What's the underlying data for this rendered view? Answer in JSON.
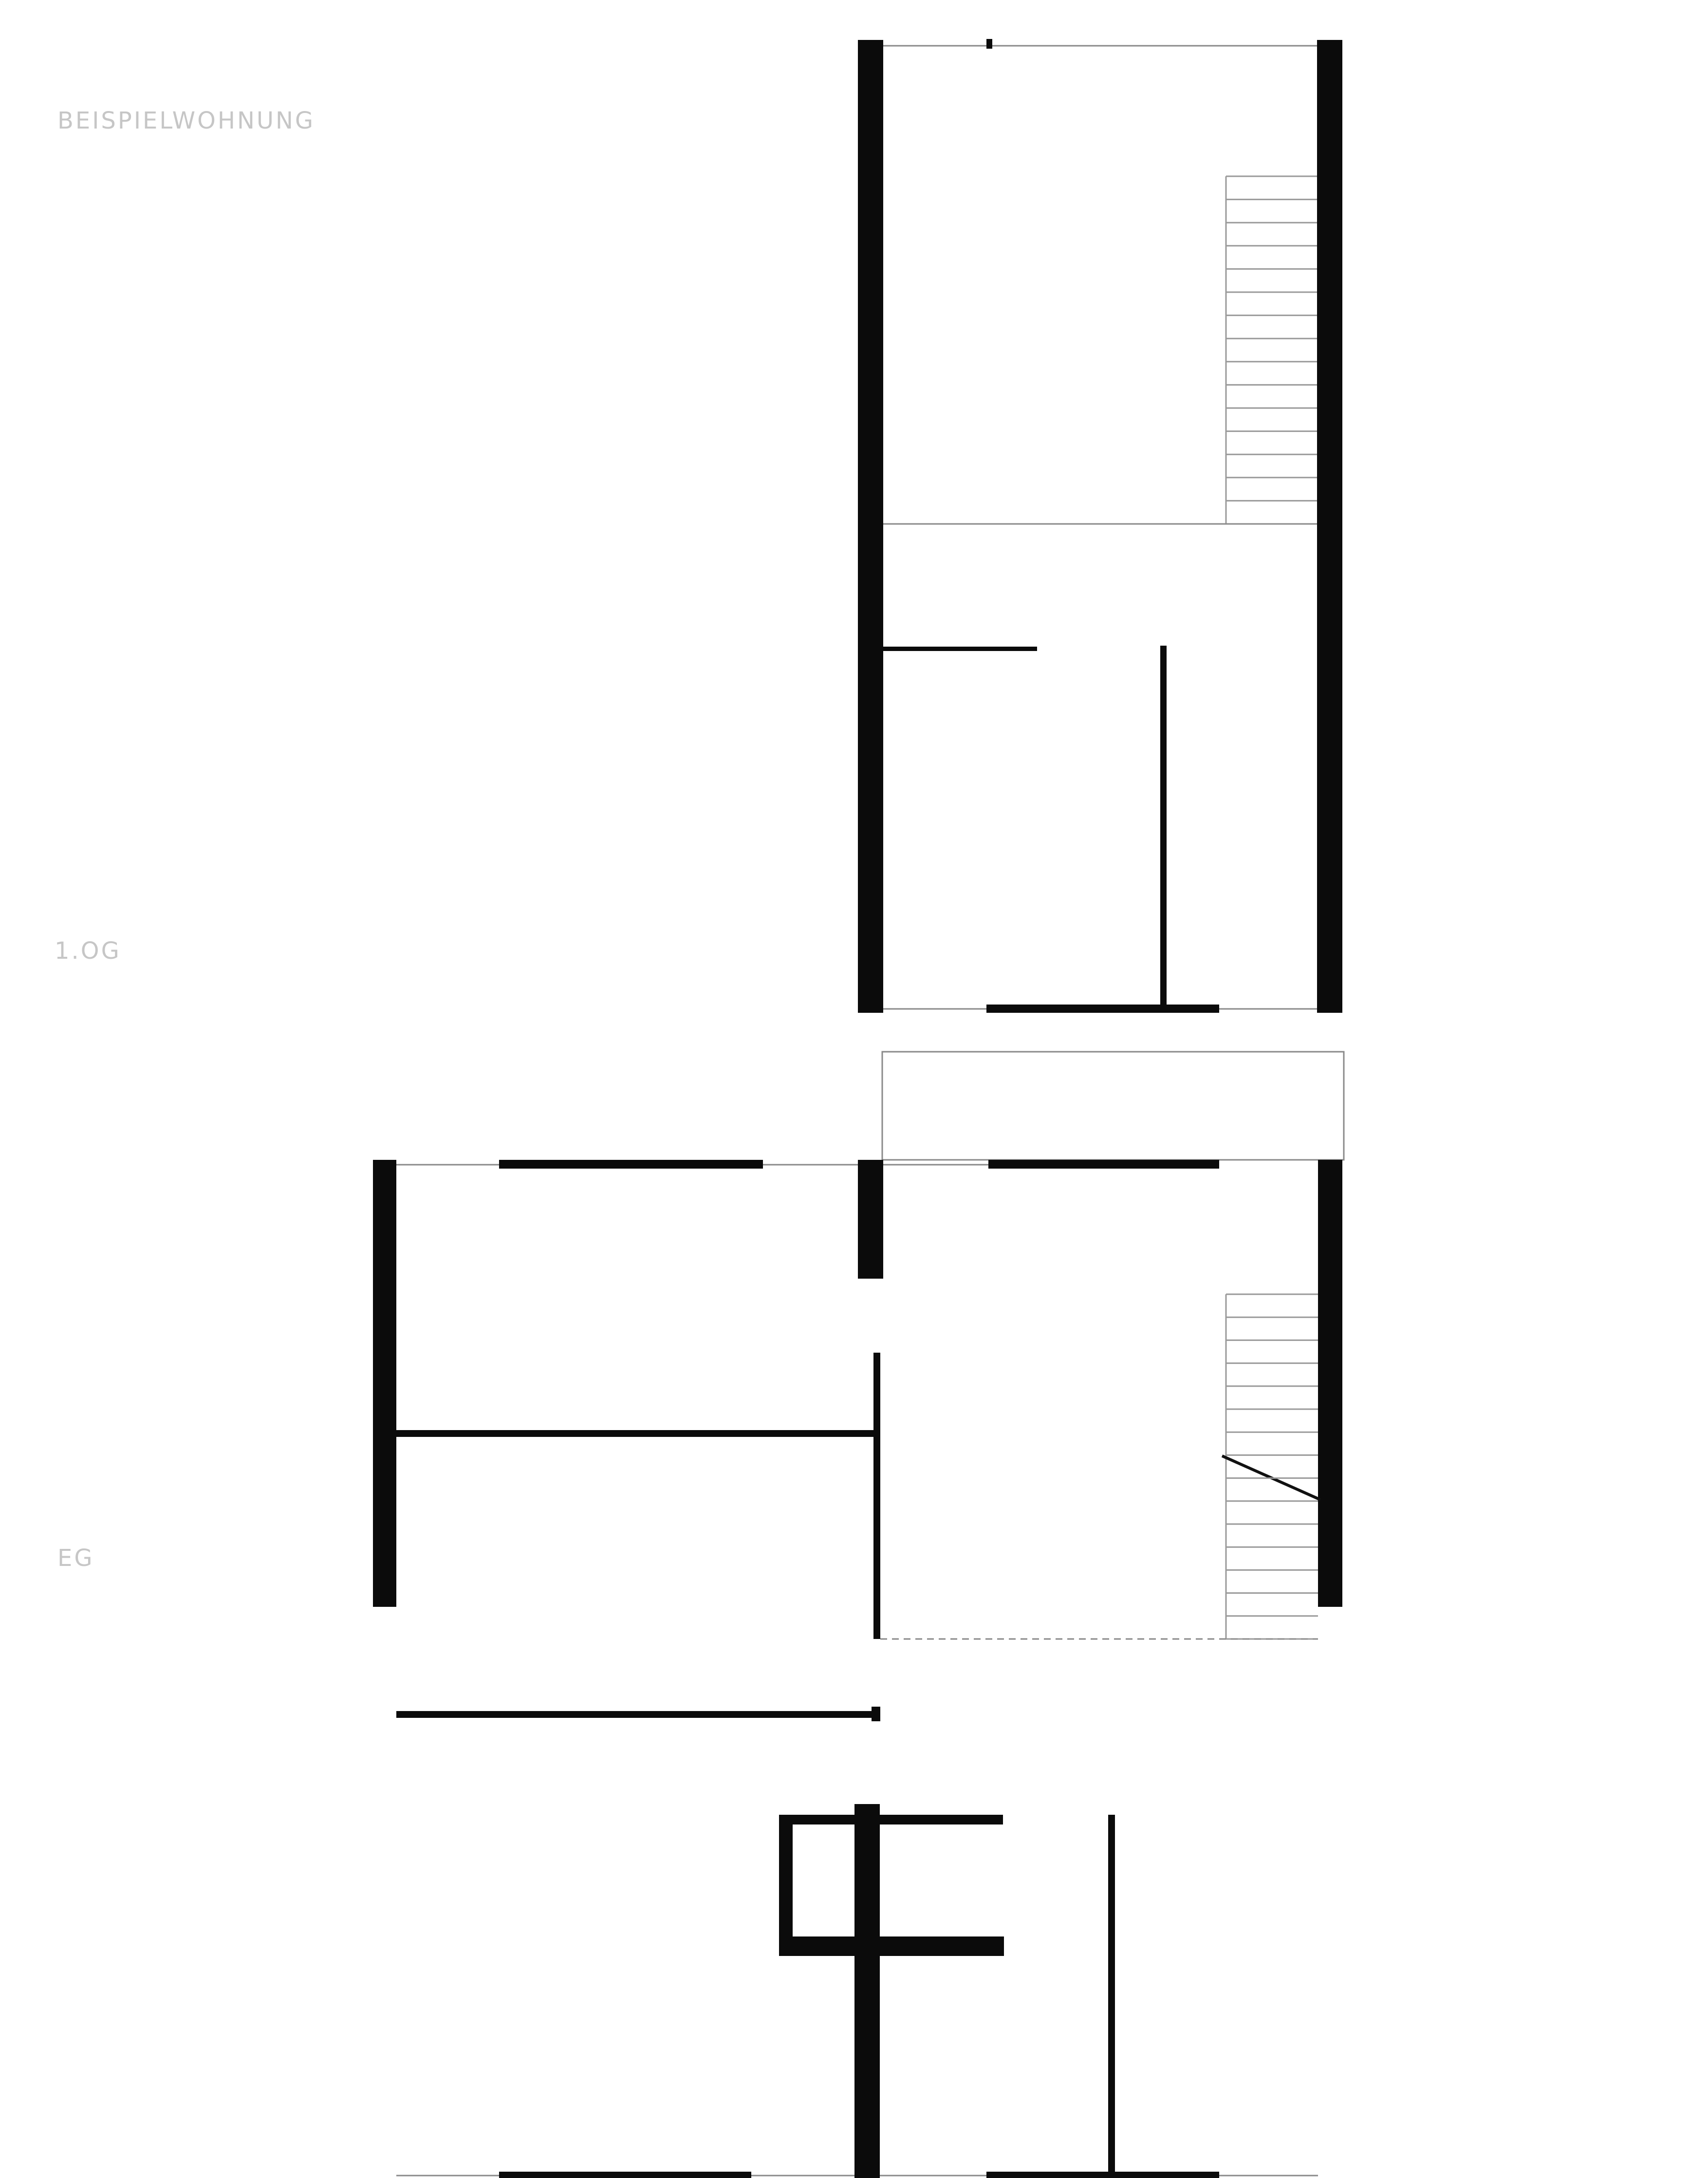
{
  "labels": {
    "title": "BEISPIELWOHNUNG",
    "upper_floor": "1.OG",
    "ground_floor": "EG"
  },
  "colors": {
    "wall": "#0b0b0b",
    "label": "#c6c6c6",
    "thin_line": "#8a8a8a",
    "background": "#ffffff"
  }
}
